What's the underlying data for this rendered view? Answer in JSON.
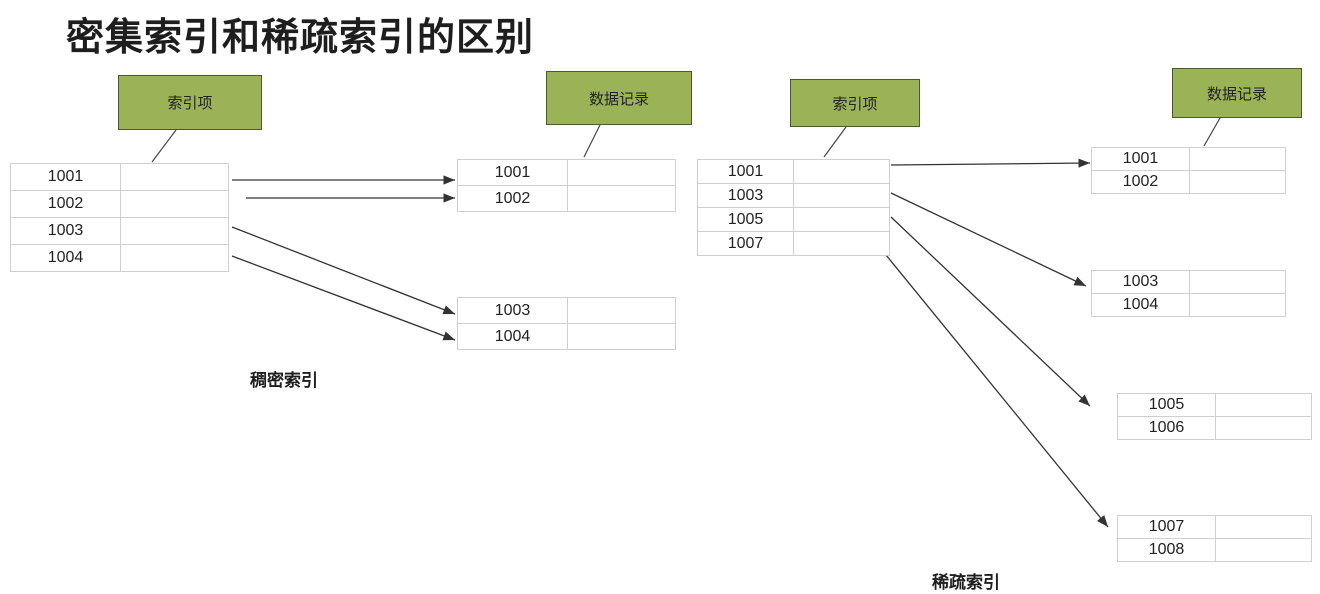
{
  "title": "密集索引和稀疏索引的区别",
  "dense": {
    "index_label": "索引项",
    "data_label": "数据记录",
    "caption": "稠密索引",
    "index_keys": [
      "1001",
      "1002",
      "1003",
      "1004"
    ],
    "data_blocks": [
      [
        "1001",
        "1002"
      ],
      [
        "1003",
        "1004"
      ]
    ]
  },
  "sparse": {
    "index_label": "索引项",
    "data_label": "数据记录",
    "caption": "稀疏索引",
    "index_keys": [
      "1001",
      "1003",
      "1005",
      "1007"
    ],
    "data_blocks": [
      [
        "1001",
        "1002"
      ],
      [
        "1003",
        "1004"
      ],
      [
        "1005",
        "1006"
      ],
      [
        "1007",
        "1008"
      ]
    ]
  },
  "colors": {
    "tag_fill": "#9bb357",
    "tag_border": "#4b5a2a",
    "grid_border": "#cfcfcf",
    "arrow": "#333333"
  }
}
